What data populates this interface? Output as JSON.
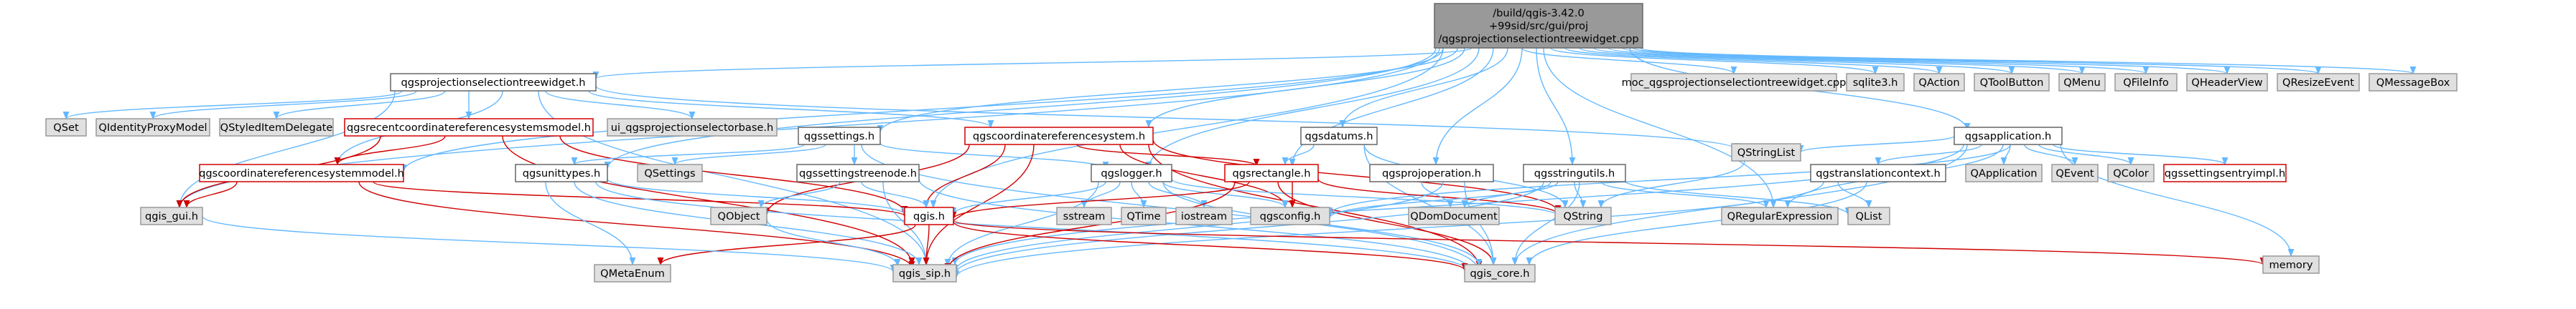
{
  "colors": {
    "edge": "#63b8ff",
    "edge_red": "#d00000",
    "node_root_fill": "#999999",
    "node_root_border": "#666666",
    "node_fill": "#ffffff",
    "node_border": "#666666",
    "node_red_border": "#d00000",
    "node_ext_fill": "#e0e0e0",
    "node_ext_border": "#999999"
  },
  "nodes": {
    "root": {
      "line1": "/build/qgis-3.42.0",
      "line2": "+99sid/src/gui/proj",
      "line3": "/qgsprojectionselectiontreewidget.cpp"
    },
    "n_pstw_h": "qgsprojectionselectiontreewidget.h",
    "n_moc": "moc_qgsprojectionselectiontreewidget.cpp",
    "n_sqlite3": "sqlite3.h",
    "n_qaction": "QAction",
    "n_qtoolbutton": "QToolButton",
    "n_qmenu": "QMenu",
    "n_qfileinfo": "QFileInfo",
    "n_qheaderview": "QHeaderView",
    "n_qresizeevent": "QResizeEvent",
    "n_qmessagebox": "QMessageBox",
    "n_qset": "QSet",
    "n_qidentityproxymodel": "QIdentityProxyModel",
    "n_qstyleditemdelegate": "QStyledItemDelegate",
    "n_recentcrsmodel": "qgsrecentcoordinatereferencesystemsmodel.h",
    "n_ui_base": "ui_qgsprojectionselectorbase.h",
    "n_qgssettings": "qgssettings.h",
    "n_qgscrs": "qgscoordinatereferencesystem.h",
    "n_qgsdatums": "qgsdatums.h",
    "n_qgsapplication": "qgsapplication.h",
    "n_qgscrsmodel": "qgscoordinatereferencesystemmodel.h",
    "n_qgsunittypes": "qgsunittypes.h",
    "n_qsettings": "QSettings",
    "n_settingstreenode": "qgssettingstreenode.h",
    "n_qgslogger": "qgslogger.h",
    "n_qgsrectangle": "qgsrectangle.h",
    "n_qgsprojoperation": "qgsprojoperation.h",
    "n_qgsstringutils": "qgsstringutils.h",
    "n_qstringlist": "QStringList",
    "n_translationcontext": "qgstranslationcontext.h",
    "n_qapplication": "QApplication",
    "n_qevent": "QEvent",
    "n_qcolor": "QColor",
    "n_settingsentryimpl": "qgssettingsentryimpl.h",
    "n_qgis_gui": "qgis_gui.h",
    "n_qobject": "QObject",
    "n_qgis": "qgis.h",
    "n_sstream": "sstream",
    "n_qtime": "QTime",
    "n_iostream": "iostream",
    "n_qgsconfig": "qgsconfig.h",
    "n_qdomdocument": "QDomDocument",
    "n_qstring": "QString",
    "n_qregularexpression": "QRegularExpression",
    "n_qlist": "QList",
    "n_qmetaenum": "QMetaEnum",
    "n_qgis_sip": "qgis_sip.h",
    "n_qgis_core": "qgis_core.h",
    "n_memory": "memory"
  }
}
